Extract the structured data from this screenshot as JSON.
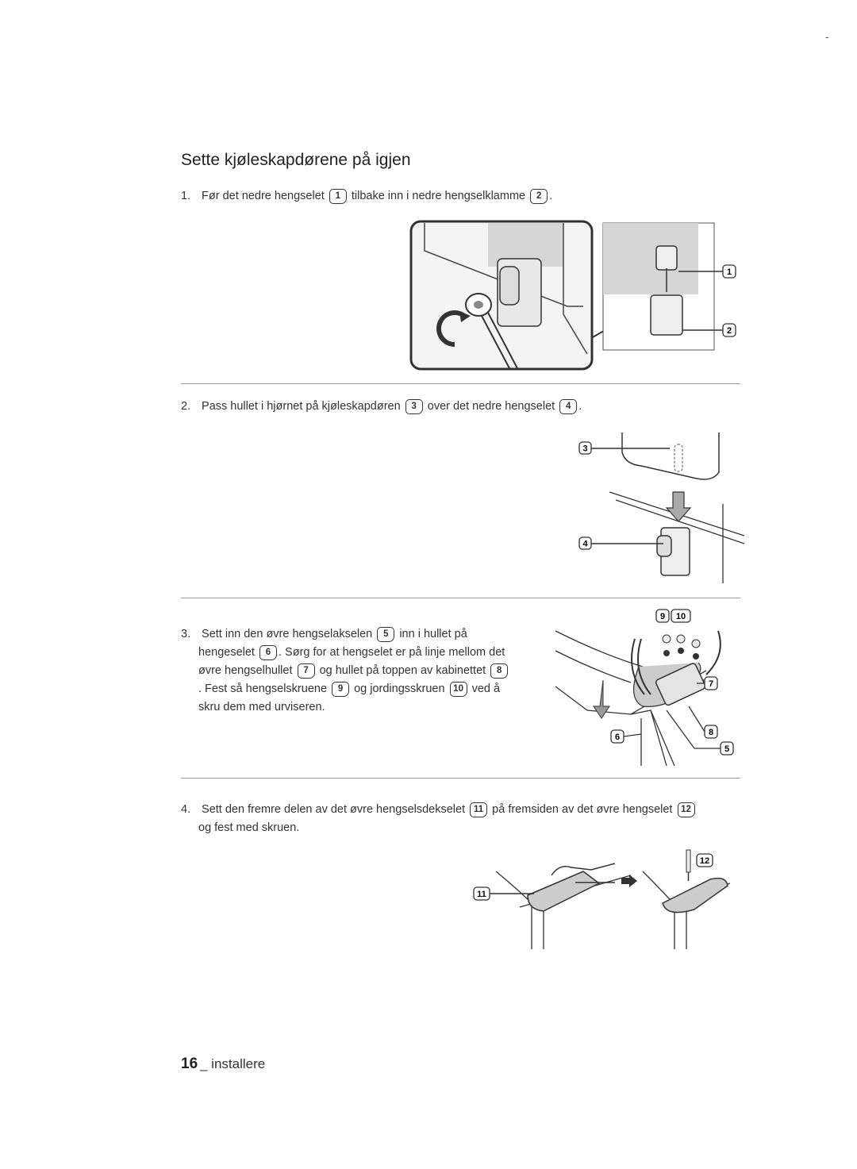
{
  "corner_mark": "-",
  "title": "Sette kjøleskapdørene på igjen",
  "steps": [
    {
      "num": "1.",
      "parts": [
        "Før det nedre hengselet",
        "1",
        "tilbake inn i nedre hengselklamme",
        "2",
        "."
      ]
    },
    {
      "num": "2.",
      "parts": [
        "Pass hullet i hjørnet på kjøleskapdøren",
        "3",
        "over det nedre hengselet",
        "4",
        "."
      ]
    },
    {
      "num": "3.",
      "lines": [
        [
          "Sett inn den øvre hengselakselen",
          "5",
          "inn i hullet på"
        ],
        [
          "hengeselet",
          "6",
          ". Sørg for at hengselet er på linje mellom det"
        ],
        [
          "øvre hengselhullet",
          "7",
          "og hullet på toppen av kabinettet",
          "8"
        ],
        [
          ". Fest så hengselskruene",
          "9",
          "og jordingsskruen",
          "10",
          "ved å"
        ],
        [
          "skru dem med urviseren."
        ]
      ]
    },
    {
      "num": "4.",
      "lines": [
        [
          "Sett den fremre delen av det øvre hengselsdekselet",
          "11",
          "på fremsiden av det øvre hengselet",
          "12"
        ],
        [
          "og fest med skruen."
        ]
      ]
    }
  ],
  "figure_labels": {
    "fig1": [
      "1",
      "2"
    ],
    "fig2": [
      "3",
      "4"
    ],
    "fig3": [
      "9",
      "10",
      "7",
      "8",
      "6",
      "5"
    ],
    "fig4": [
      "12",
      "11"
    ]
  },
  "footer": {
    "page_number": "16",
    "section": "_ installere"
  }
}
